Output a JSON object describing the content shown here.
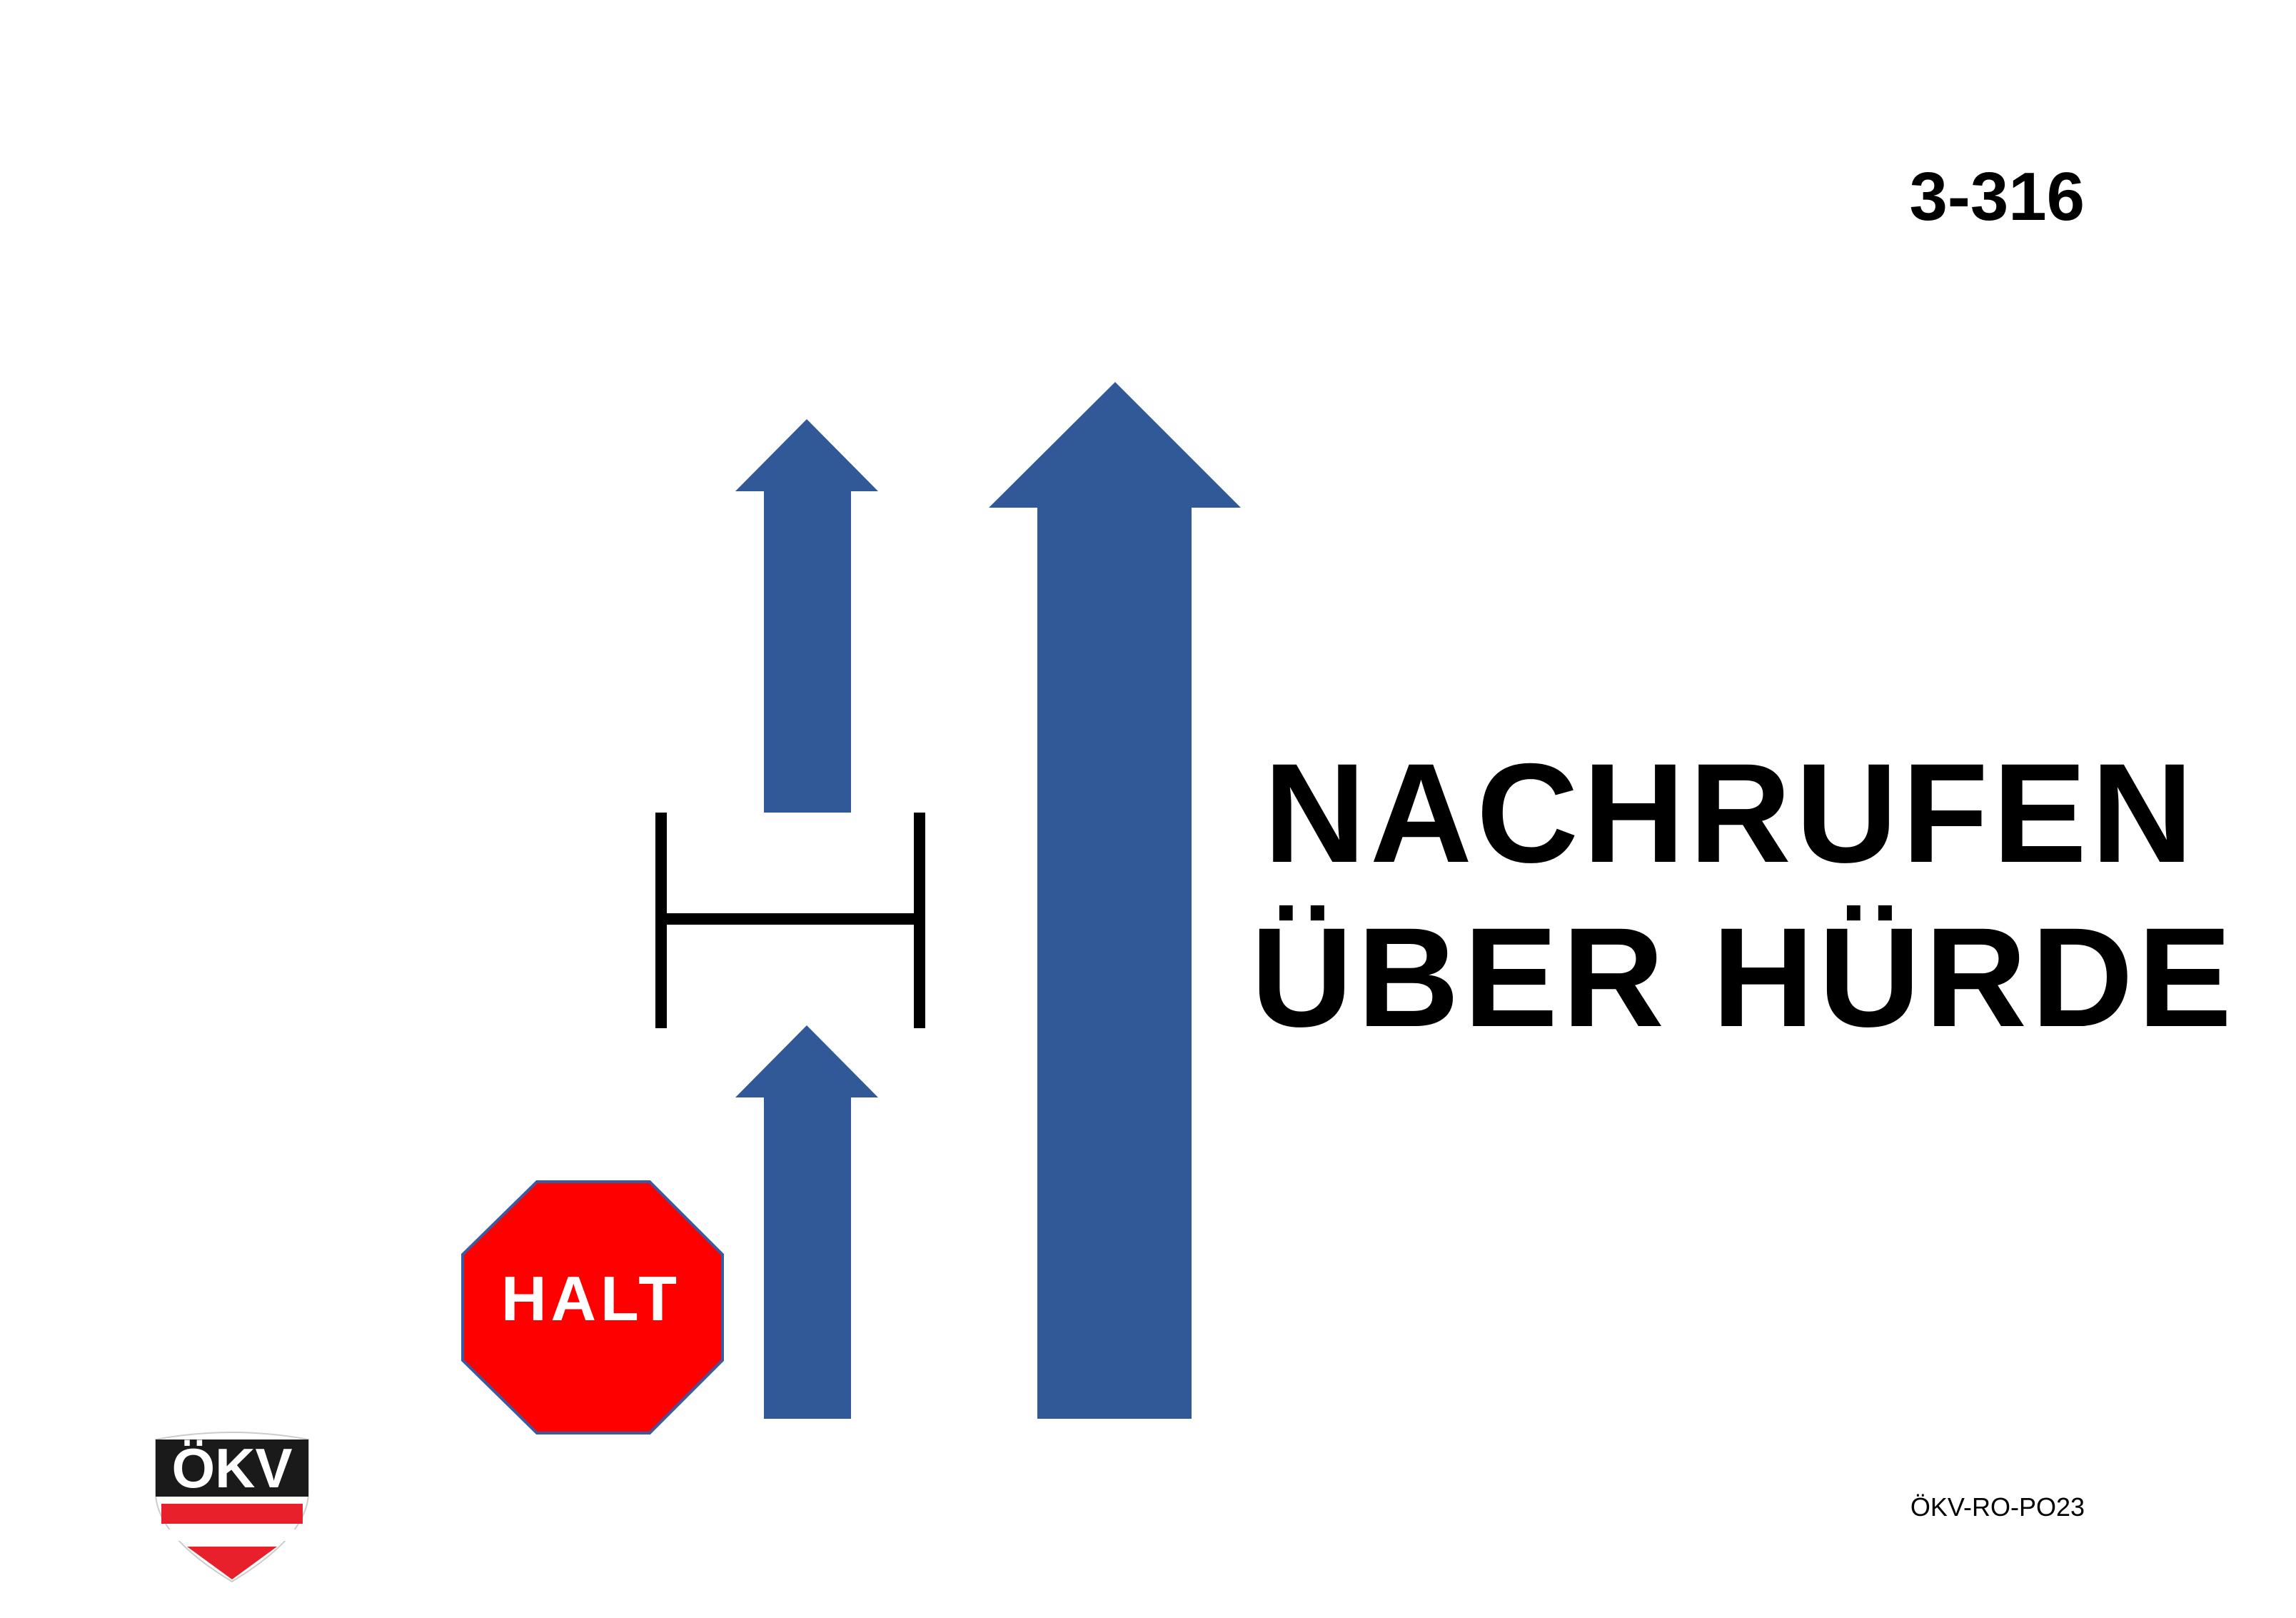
{
  "sign": {
    "number": "3-316",
    "title_line_1": "NACHRUFEN",
    "title_line_2": "ÜBER HÜRDE",
    "footer_code": "ÖKV-RO-PO23",
    "stop_sign_text": "HALT",
    "logo_text": "ÖKV"
  },
  "colors": {
    "arrow": "#315897",
    "stop_sign": "#ff0000",
    "stop_sign_border": "#3b5ba0",
    "hurdle": "#000000",
    "logo_red": "#e8202c"
  },
  "icons": [
    "small-up-arrow-icon",
    "large-up-arrow-icon",
    "hurdle-icon",
    "stop-sign-icon",
    "okv-logo"
  ]
}
